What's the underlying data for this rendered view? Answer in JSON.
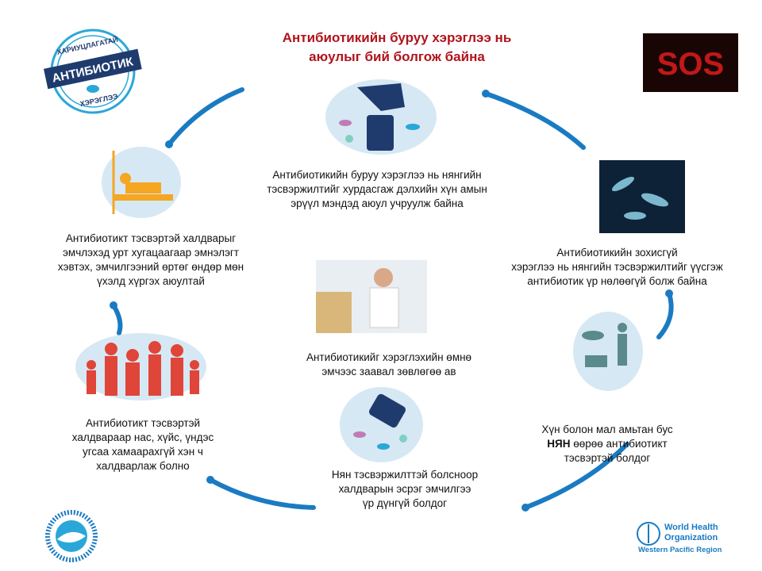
{
  "title": "Антибиотикийн  буруу  хэрэглээ нь\n аюулыг бий болгож байна",
  "logo": {
    "top": "ХАРИУЦЛАГАТАЙ",
    "main": "АНТИБИОТИК",
    "bottom": "ХЭРЭГЛЭЭ"
  },
  "steps": [
    {
      "text": "Антибиотикийн  буруу хэрэглээ нь нянгийн\nтэсвэржилтийг  хурдасгаж дэлхийн  хүн амын\nэрүүл мэндэд   аюул учруулж  байна"
    },
    {
      "text": "Антибиотикийн    зохисгүй\nхэрэглээ  нь нянгийн  тэсвэржилтийг   үүсгэж\nантибиотик   үр нөлөөгүй  болж байна"
    },
    {
      "text_before": "Хүн болон мал амьтан бус\n",
      "bold": "НЯН",
      "text_after": " өөрөө антибиотикт\nтэсвэртэй болдог"
    },
    {
      "text": "Нян тэсвэржилттэй  болсноор\nхалдварын эсрэг эмчилгээ\nүр дүнгүй болдог"
    },
    {
      "text": "Антибиотикт  тэсвэртэй\nхалдвараар  нас,  хүйс,  үндэс\nугсаа хамаарахгүй  хэн  ч\nхалдварлаж  болно"
    },
    {
      "text": "Антибиотикт  тэсвэртэй халдварыг\nэмчлэхэд  урт хугацаагаар эмнэлэгт\nхэвтэх, эмчилгээний   өртөг өндөр  мөн\nүхэлд хүргэх аюултай"
    }
  ],
  "center_text": "Антибиотикийг  хэрэглэхийн  өмнө\nэмчээс заавал зөвлөгөө ав",
  "who": {
    "line1": "World Health",
    "line2": "Organization",
    "line3": "Western Pacific Region"
  },
  "colors": {
    "title": "#b0141c",
    "arc": "#1a7bc2",
    "logo_navy": "#1f3b6e",
    "logo_cyan": "#2aa7d8"
  }
}
